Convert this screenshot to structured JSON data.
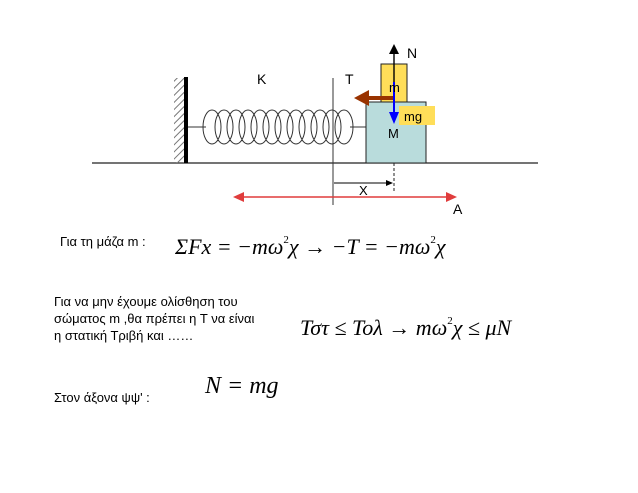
{
  "diagram": {
    "labels": {
      "K": "K",
      "T": "T",
      "N": "N",
      "m": "m",
      "mg": "mg",
      "M": "M",
      "x": "X",
      "A": "A"
    },
    "colors": {
      "small_block": "#ffde59",
      "large_block": "#b9dcdc",
      "friction_arrow": "#993300",
      "gravity_arrow": "#0000ff",
      "amplitude_arrow": "#e03c3c",
      "mg_tag": "#ffde59"
    }
  },
  "text": {
    "mass_label": "Για τη μάζα  m :",
    "condition_line1": "Για να μην έχουμε ολίσθηση του",
    "condition_line2": "σώματος m ,θα πρέπει η T  να είναι",
    "condition_line3": "η στατική Τριβή και ……",
    "axis_label": "Στον άξονα ψψ' :"
  },
  "equations": {
    "eq1": {
      "sum_fx": "ΣFx",
      "eq": " = −mω",
      "sq": "2",
      "chi": "χ",
      "arrow": " → −Τ = −mω",
      "sq2": "2",
      "chi2": "χ"
    },
    "eq2": {
      "lhs": "Τστ ≤ Τολ → mω",
      "sq": "2",
      "rhs": "χ ≤ μN"
    },
    "eq3": {
      "text": "N = mg"
    }
  }
}
